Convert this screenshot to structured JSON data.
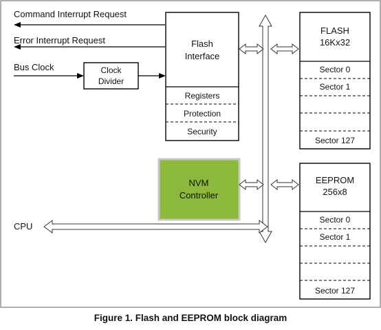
{
  "signals": {
    "command_interrupt": "Command Interrupt Request",
    "error_interrupt": "Error Interrupt Request",
    "bus_clock": "Bus Clock",
    "cpu": "CPU"
  },
  "clock_divider": {
    "line1": "Clock",
    "line2": "Divider"
  },
  "flash_interface": {
    "line1": "Flash",
    "line2": "Interface",
    "rows": [
      "Registers",
      "Protection",
      "Security"
    ]
  },
  "nvm_controller": {
    "line1": "NVM",
    "line2": "Controller",
    "color": "#8cb83c"
  },
  "flash_memory": {
    "line1": "FLASH",
    "line2": "16Kx32",
    "sectors": [
      "Sector 0",
      "Sector 1",
      "",
      "",
      "Sector 127"
    ]
  },
  "eeprom_memory": {
    "line1": "EEPROM",
    "line2": "256x8",
    "sectors": [
      "Sector 0",
      "Sector 1",
      "",
      "",
      "Sector 127"
    ]
  },
  "caption": "Figure 1. Flash and EEPROM block diagram"
}
